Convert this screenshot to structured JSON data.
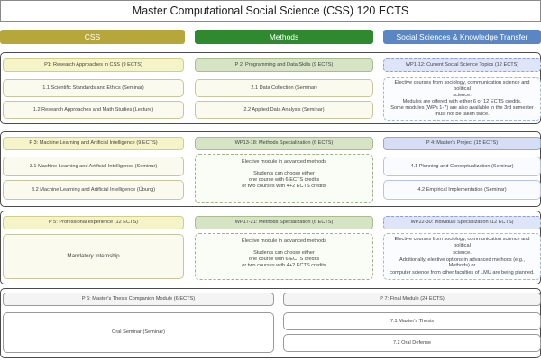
{
  "title": "Master Computational Social Science (CSS) 120 ECTS",
  "colors": {
    "css": "#b7a63a",
    "methods": "#2f8a2f",
    "social": "#5b86c4"
  },
  "columns": [
    {
      "label": "CSS"
    },
    {
      "label": "Methods"
    },
    {
      "label": "Social Sciences & Knowledge Transfer"
    }
  ],
  "row1": {
    "p1": "P1: Research Approaches in CSS (9 ECTS)",
    "p1_1": "1.1 Scientific Standards and Ethics (Seminar)",
    "p1_2": "1.2 Research Approaches and Math Studies (Lecture)",
    "p2": "P 2: Programming and Data Skills (9 ECTS)",
    "p2_1": "2.1 Data Collection (Seminar)",
    "p2_2": "2.2 Applied Data Analysis (Seminar)",
    "wp": "WP1-12: Current Social Science Topics (12 ECTS)",
    "wp_text": [
      "Elective courses from sociology, communication science and political",
      "science.",
      "Modules are offered with either 6 or 12 ECTS credits.",
      "Some modules (WPs 1-7) are also available in the 3rd semester",
      "must not be taken twice."
    ]
  },
  "row2": {
    "p3": "P 3: Machine Learning and Artificial Intelligence (9 ECTS)",
    "p3_1": "3.1 Machine Learning and Artificial Intelligence (Seminar)",
    "p3_2": "3.2 Machine Learning and Artificial Intelligence (Übung)",
    "wp": "WP13-18: Methods Specialization (6 ECTS)",
    "wp_text1": "Elective module in advanced methods",
    "wp_text2": [
      "Students can choose either",
      "one course with 6 ECTS credits",
      "or two courses with 4+2 ECTS credits"
    ],
    "p4": "P 4: Master's Project (15 ECTS)",
    "p4_1": "4.1 Planning and Conceptualization (Seminar)",
    "p4_2": "4.2 Empirical Implementation (Seminar)"
  },
  "row3": {
    "p5": "P 5: Professional experience (12 ECTS)",
    "p5_1": "Mandatory Internship",
    "wp": "WP17-21: Methods Specialization (6 ECTS)",
    "wp_text1": "Elective module in advanced methods",
    "wp_text2": [
      "Students can choose either",
      "one course with 6 ECTS credits",
      "or two courses with 4+2 ECTS credits"
    ],
    "wp2": "WP22-30: Individual Specialization (12 ECTS)",
    "wp2_text": [
      "Elective courses from sociology, communication science and political",
      "science.",
      "Additionally, elective options in advanced methods (e.g., Methods) or",
      "computer science from other faculties of LMU are being planned."
    ]
  },
  "row4": {
    "p6": "P 6: Master's Thesis Companion Module (6 ECTS)",
    "p6_1": "Oral Seminar (Seminar)",
    "p7": "P 7: Final Module (24 ECTS)",
    "p7_1": "7.1 Master's Thesis",
    "p7_2": "7.2 Oral Defense"
  }
}
